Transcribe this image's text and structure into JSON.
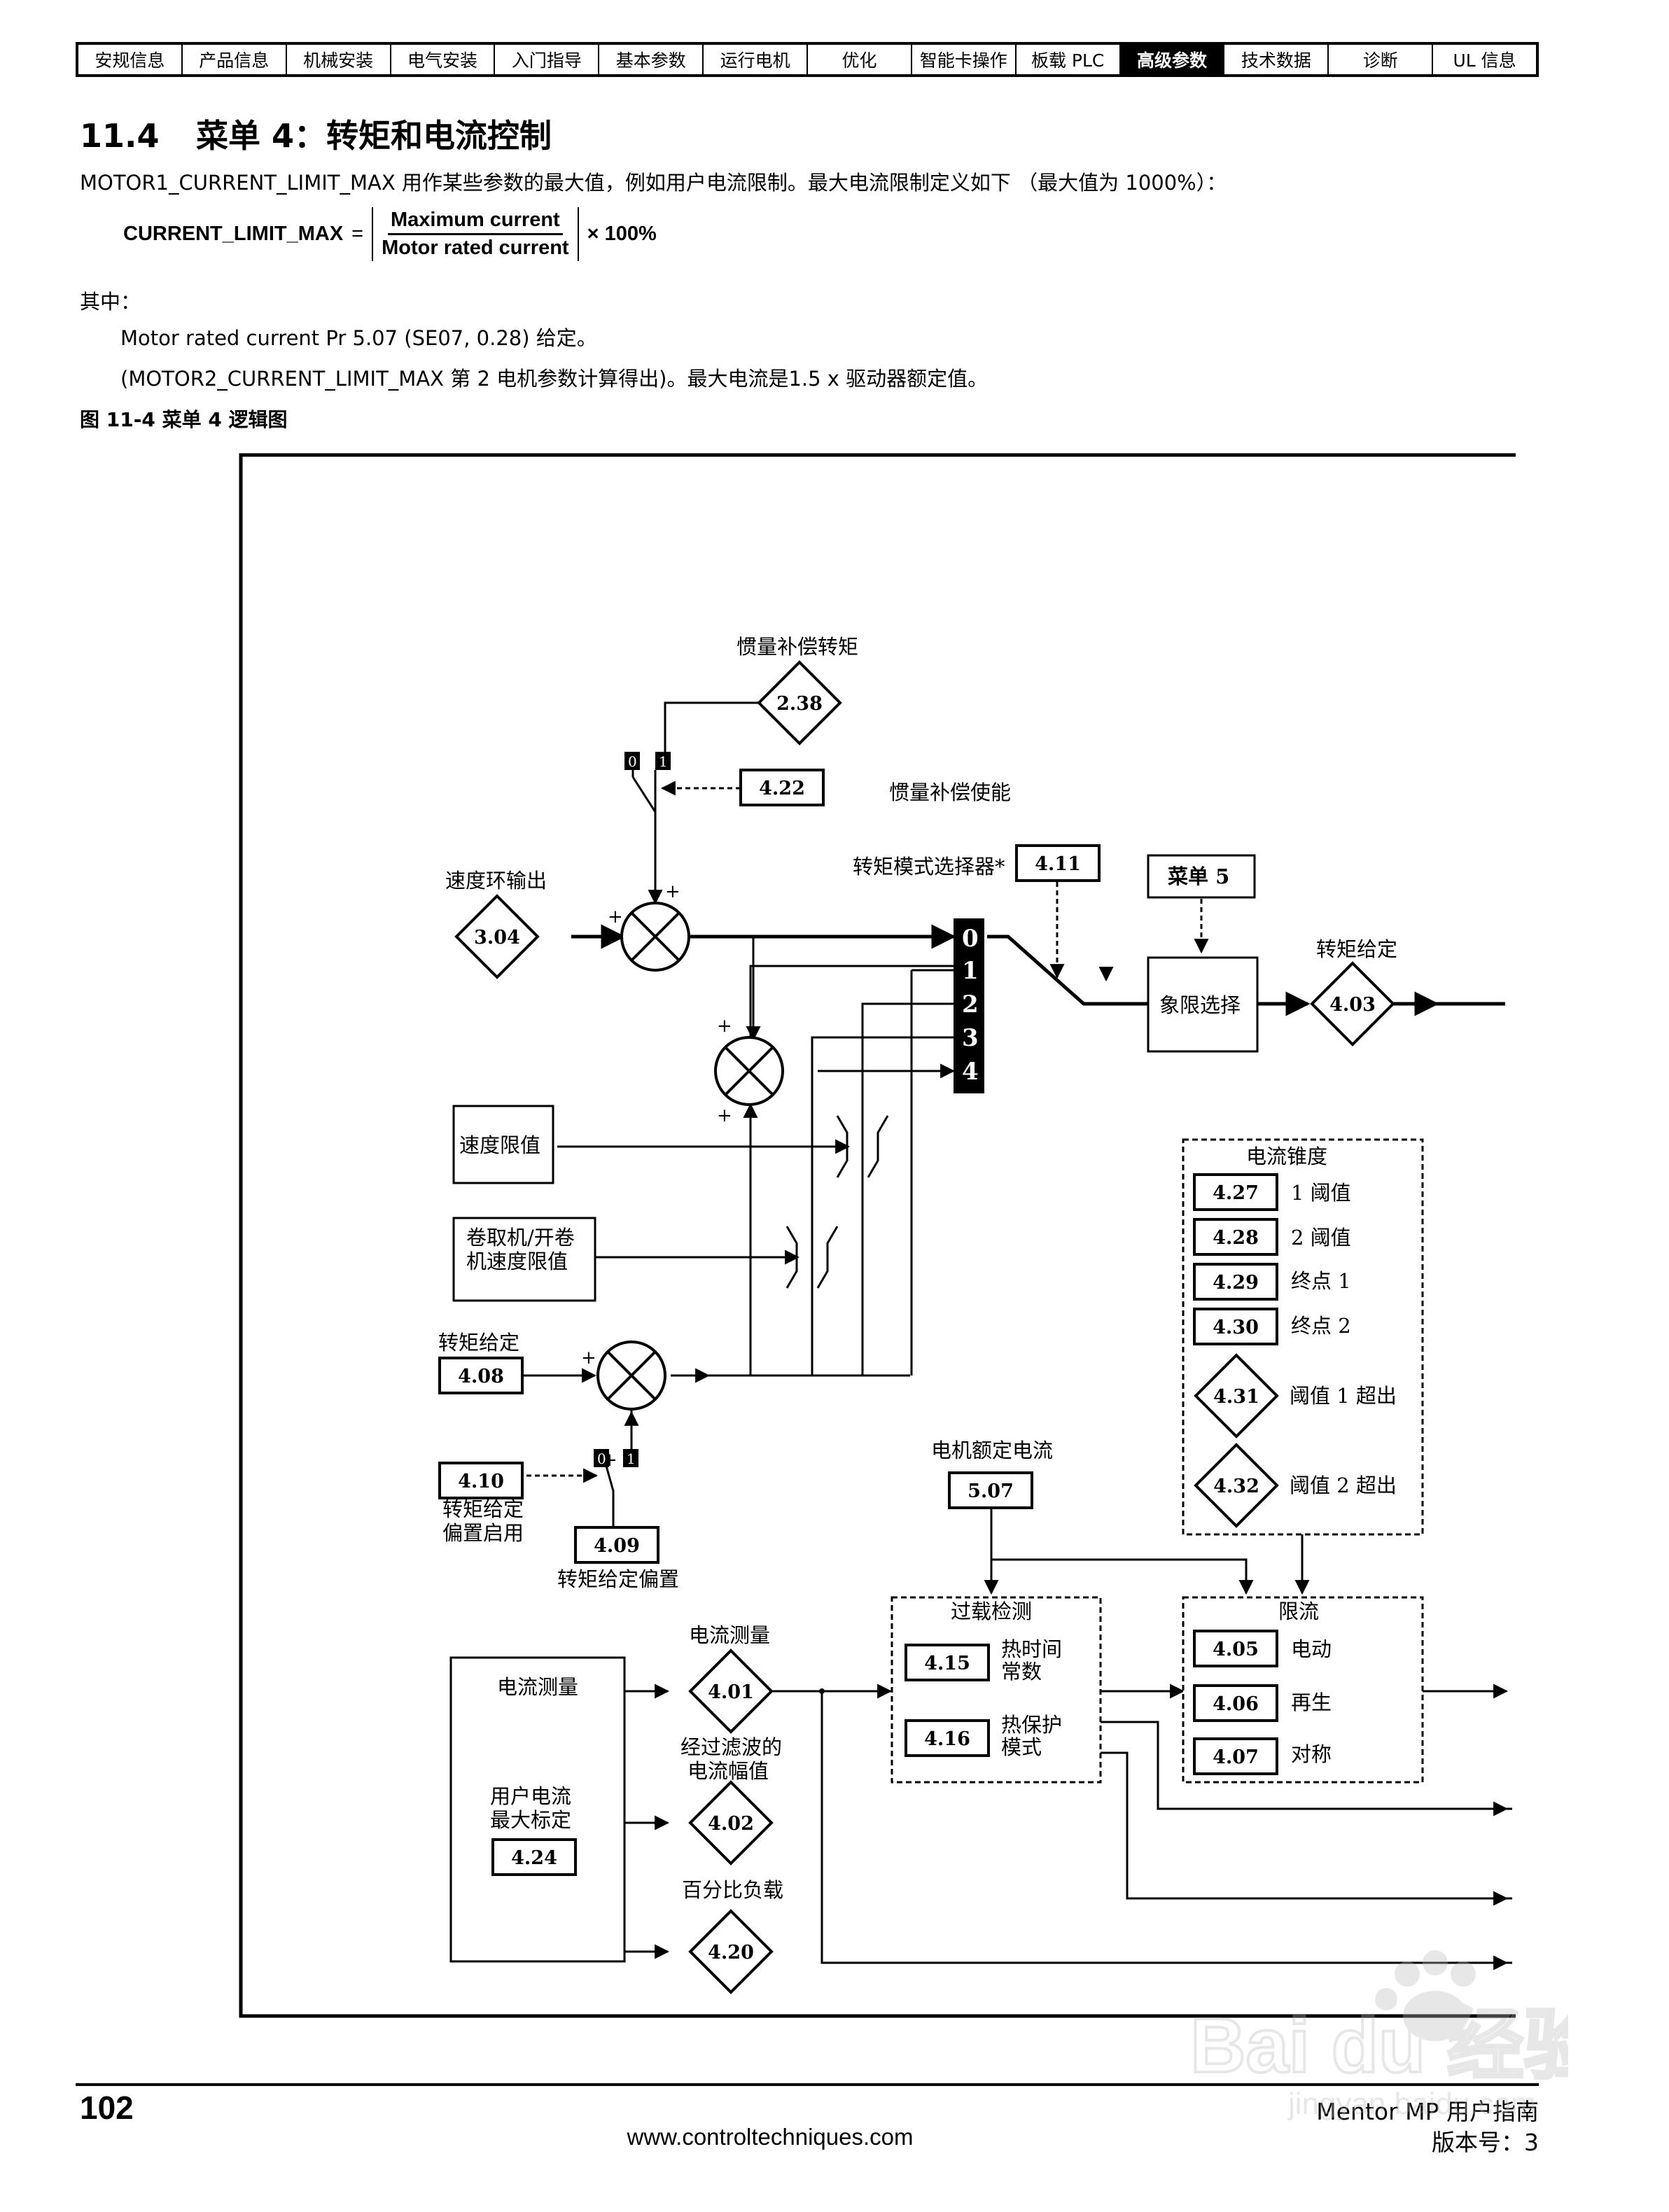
{
  "nav": [
    {
      "label": "安规信息",
      "active": false
    },
    {
      "label": "产品信息",
      "active": false
    },
    {
      "label": "机械安装",
      "active": false
    },
    {
      "label": "电气安装",
      "active": false
    },
    {
      "label": "入门指导",
      "active": false
    },
    {
      "label": "基本参数",
      "active": false
    },
    {
      "label": "运行电机",
      "active": false
    },
    {
      "label": "优化",
      "active": false
    },
    {
      "label": "智能卡操作",
      "active": false
    },
    {
      "label": "板载 PLC",
      "active": false
    },
    {
      "label": "高级参数",
      "active": true
    },
    {
      "label": "技术数据",
      "active": false
    },
    {
      "label": "诊断",
      "active": false
    },
    {
      "label": "UL 信息",
      "active": false
    }
  ],
  "heading": {
    "number": "11.4",
    "title": "菜单 4：转矩和电流控制"
  },
  "intro": "MOTOR1_CURRENT_LIMIT_MAX 用作某些参数的最大值，例如用户电流限制。最大电流限制定义如下 （最大值为 1000%）：",
  "formula": {
    "lhs": "CURRENT_LIMIT_MAX",
    "eq": "=",
    "numerator": "Maximum current",
    "denominator": "Motor rated current",
    "suffix": "× 100%"
  },
  "where": "其中：",
  "note1": "Motor rated current Pr 5.07 (SE07, 0.28) 给定。",
  "note2": "(MOTOR2_CURRENT_LIMIT_MAX 第 2 电机参数计算得出)。最大电流是1.5 x 驱动器额定值。",
  "figure_title": "图 11-4    菜单 4 逻辑图",
  "diagram": {
    "labels": {
      "inertia_torque": "惯量补偿转矩",
      "inertia_enable": "惯量补偿使能",
      "speed_loop_out": "速度环输出",
      "torque_mode_sel": "转矩模式选择器*",
      "menu5": "菜单 5",
      "torque_ref": "转矩给定",
      "quadrant_sel": "象限选择",
      "speed_limit": "速度限值",
      "winder_line1": "卷取机/开卷",
      "winder_line2": "机速度限值",
      "torque_ref_in": "转矩给定",
      "offset_enable_1": "转矩给定",
      "offset_enable_2": "偏置启用",
      "torque_offset": "转矩给定偏置",
      "taper": "电流锥度",
      "thr1": "1 阈值",
      "thr2": "2 阈值",
      "end1": "终点 1",
      "end2": "终点 2",
      "thr1_exceed": "阈值 1 超出",
      "thr2_exceed": "阈值 2 超出",
      "motor_rated_current": "电机额定电流",
      "overload": "过载检测",
      "thermal_tc_1": "热时间",
      "thermal_tc_2": "常数",
      "thermal_mode_1": "热保护",
      "thermal_mode_2": "模式",
      "current_limit": "限流",
      "motoring": "电动",
      "regen": "再生",
      "symmetric": "对称",
      "current_meas_out": "电流测量",
      "current_meas_block": "电流测量",
      "user_cur_1": "用户电流",
      "user_cur_2": "最大标定",
      "filtered_1": "经过滤波的",
      "filtered_2": "电流幅值",
      "percent_load": "百分比负载"
    },
    "params": {
      "p238": "2.38",
      "p422": "4.22",
      "p411": "4.11",
      "p304": "3.04",
      "p403": "4.03",
      "p427": "4.27",
      "p428": "4.28",
      "p429": "4.29",
      "p430": "4.30",
      "p431": "4.31",
      "p432": "4.32",
      "p408": "4.08",
      "p410": "4.10",
      "p409": "4.09",
      "p507": "5.07",
      "p415": "4.15",
      "p416": "4.16",
      "p405": "4.05",
      "p406": "4.06",
      "p407": "4.07",
      "p401": "4.01",
      "p402": "4.02",
      "p424": "4.24",
      "p420": "4.20"
    },
    "selector_positions": [
      "0",
      "1",
      "2",
      "3",
      "4"
    ],
    "switch_labels": [
      "0",
      "1"
    ]
  },
  "footer": {
    "page": "102",
    "url": "www.controltechniques.com",
    "guide": "Mentor MP 用户指南",
    "version": "版本号：3"
  },
  "watermark": {
    "brand": "Bai du 经验",
    "site": "jingyan.baidu.com"
  }
}
